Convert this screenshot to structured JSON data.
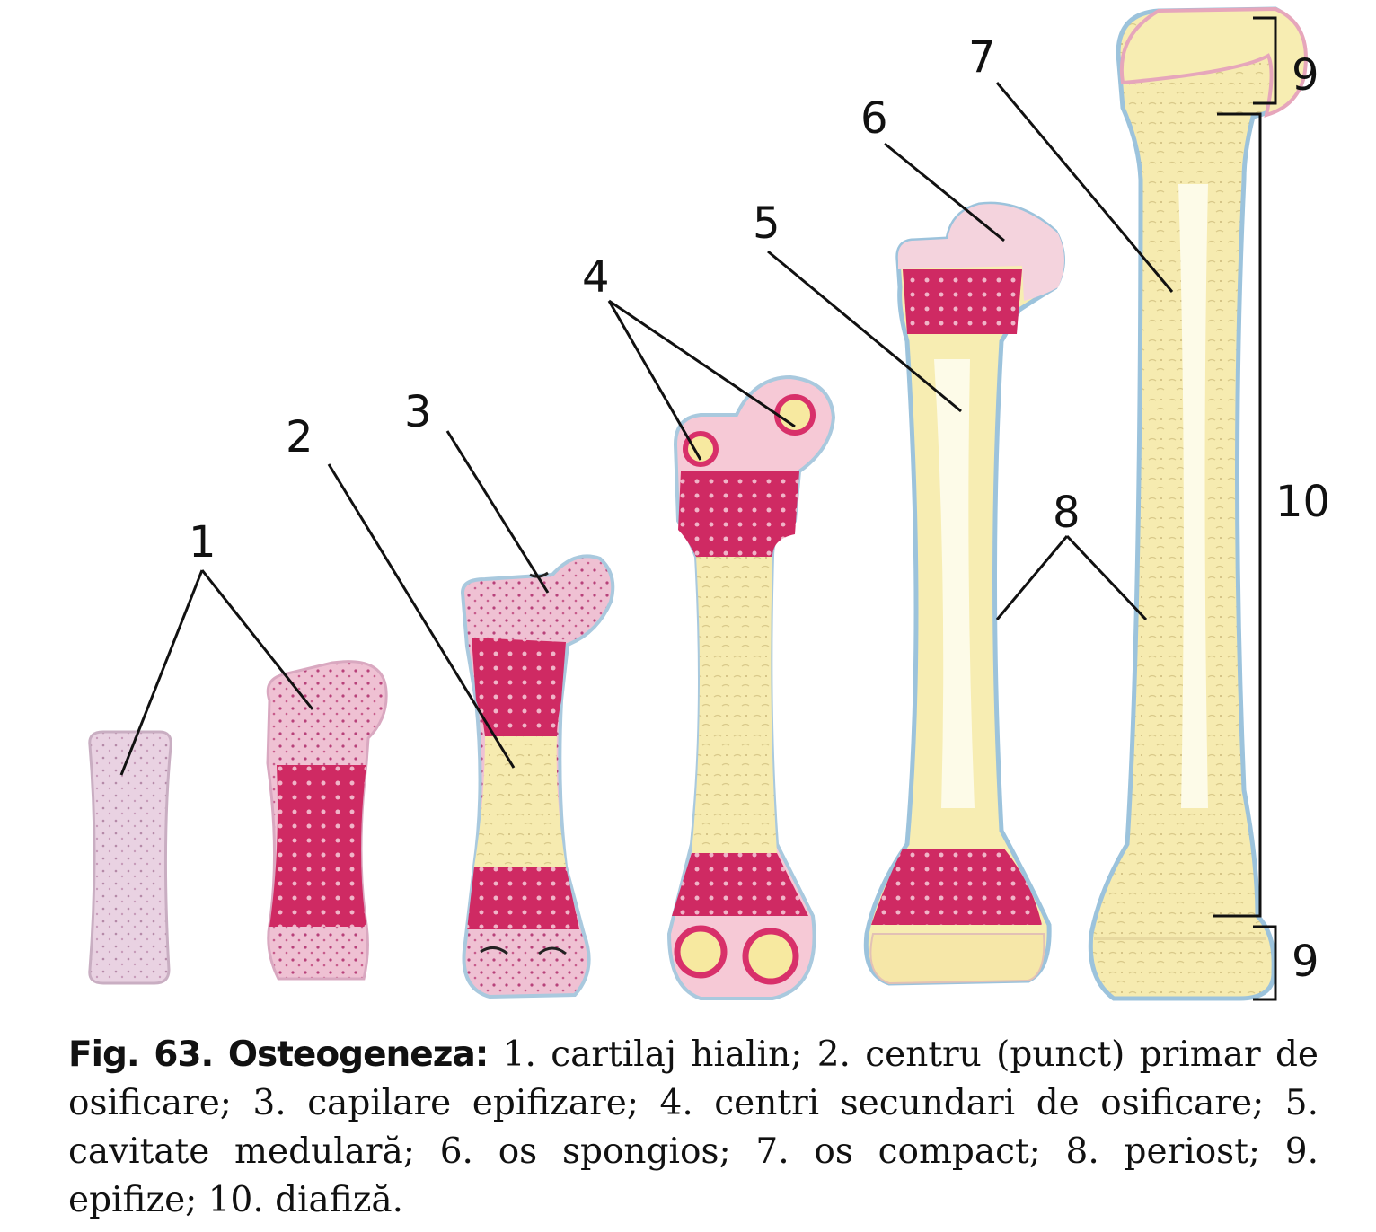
{
  "labels": {
    "l1": "1",
    "l2": "2",
    "l3": "3",
    "l4": "4",
    "l5": "5",
    "l6": "6",
    "l7": "7",
    "l8": "8",
    "l9a": "9",
    "l9b": "9",
    "l10": "10"
  },
  "caption": {
    "title": "Fig. 63. Osteogeneza:",
    "text": " 1. cartilaj hialin; 2. centru (punct) primar de osificare; 3. capilare epifizare; 4. centri secundari de osificare; 5. cavitate medulară; 6. os spongios; 7. os compact; 8. periost; 9. epifize; 10. diafiză."
  },
  "colors": {
    "cartilage": "#e8cfe0",
    "cartilage_dots": "#c99ab8",
    "ossification": "#d8306a",
    "bone": "#f7edb2",
    "marrow": "#fdfbe8",
    "periosteum": "#9cc3dc",
    "epiphysis_cap": "#f4d3dd"
  }
}
